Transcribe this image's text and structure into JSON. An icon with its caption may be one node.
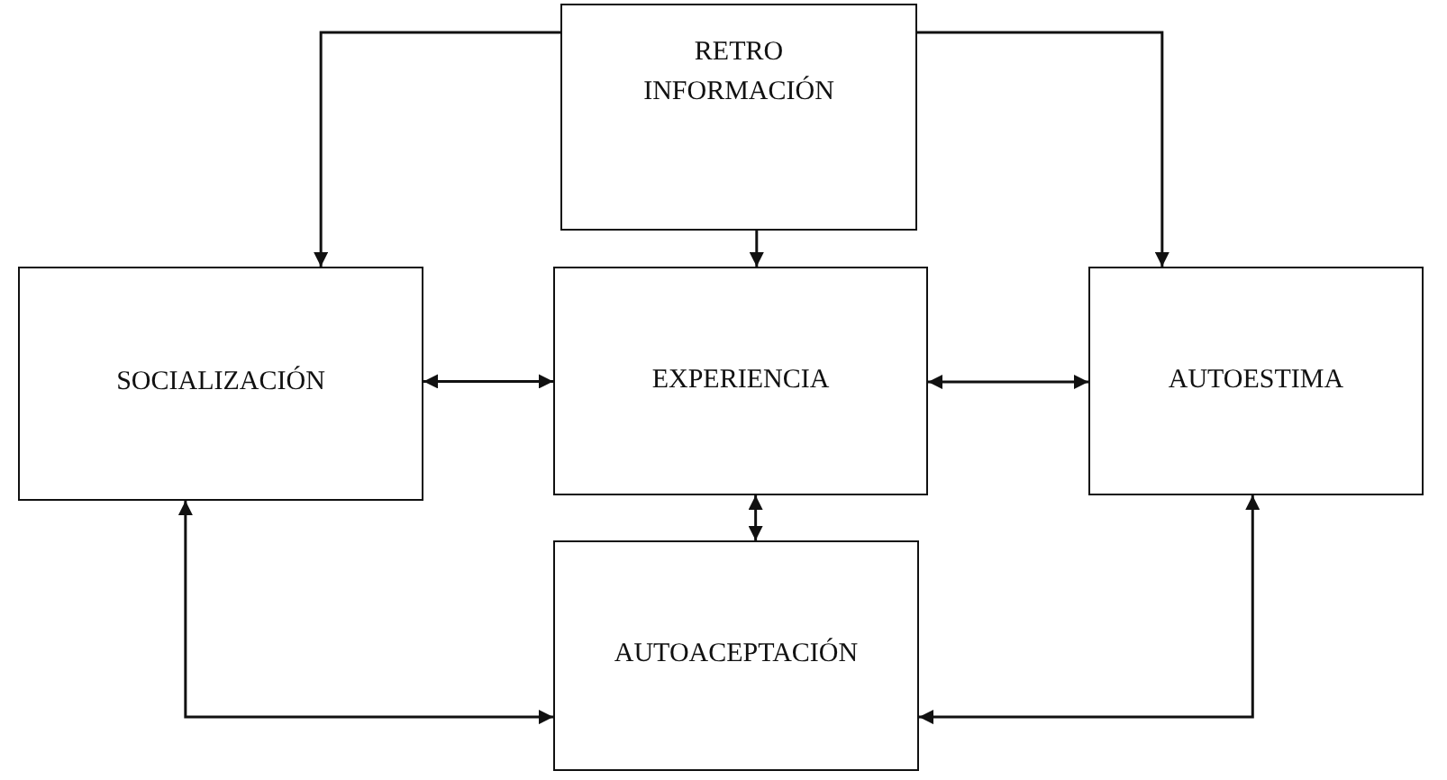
{
  "diagram": {
    "nodes": [
      {
        "text": [
          "RETRO INFORMACIÓN"
        ]
      },
      {
        "text": [
          "SOCIALIZACIÓN"
        ]
      },
      {
        "text": [
          "EXPERIENCIA"
        ]
      },
      {
        "text": [
          "AUTOESTIMA"
        ]
      },
      {
        "text": [
          "AUTOACEPTACIÓN"
        ]
      }
    ],
    "edges": [
      {
        "from": 0,
        "to": 1,
        "arrow": "to"
      },
      {
        "from": 0,
        "to": 2,
        "arrow": "to"
      },
      {
        "from": 0,
        "to": 3,
        "arrow": "to"
      },
      {
        "from": 1,
        "to": 2,
        "arrow": "both"
      },
      {
        "from": 2,
        "to": 3,
        "arrow": "both"
      },
      {
        "from": 2,
        "to": 4,
        "arrow": "both"
      },
      {
        "from": 4,
        "to": 1,
        "arrow": "both"
      },
      {
        "from": 4,
        "to": 3,
        "arrow": "both"
      }
    ]
  }
}
